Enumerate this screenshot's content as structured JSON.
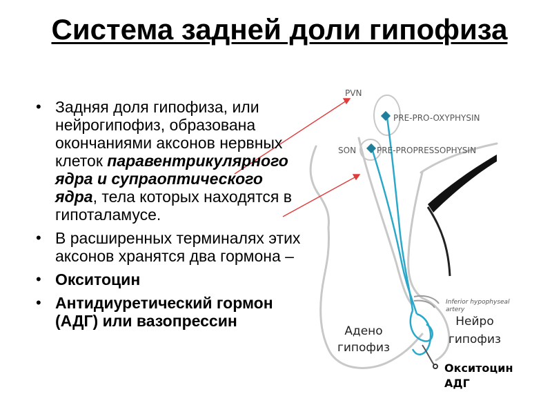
{
  "title": "Система задней доли гипофиза",
  "bullets": [
    {
      "parts": [
        {
          "text": "Задняя доля гипофиза, или нейрогипофиз, образована окончаниями аксонов нервных клеток ",
          "style": "normal"
        },
        {
          "text": "паравентрикулярного ядра и супраоптического ядра",
          "style": "bold-italic"
        },
        {
          "text": ", тела которых находятся в гипоталамусе.",
          "style": "normal"
        }
      ]
    },
    {
      "parts": [
        {
          "text": "В расширенных терминалях этих аксонов хранятся два гормона –",
          "style": "normal"
        }
      ]
    },
    {
      "parts": [
        {
          "text": "Окситоцин",
          "style": "bold"
        }
      ]
    },
    {
      "parts": [
        {
          "text": "Антидиуретический гормон (АДГ) или вазопрессин",
          "style": "bold"
        }
      ]
    }
  ],
  "diagram": {
    "pvn_label": "PVN",
    "son_label": "SON",
    "pvn_product": "PRE-PRO-OXYPHYSIN",
    "son_product": "PRE-PROPRESSOPHYSIN",
    "artery_label_line1": "Inferior hypophyseal",
    "artery_label_line2": "artery",
    "adeno_line1": "Адено",
    "adeno_line2": "гипофиз",
    "neuro_line1": "Нейро",
    "neuro_line2": "гипофиз",
    "hormone1": "Окситоцин",
    "hormone2": "АДГ",
    "colors": {
      "axon": "#2aa7c9",
      "arrow": "#e23b3b",
      "outline": "#c8c8c8",
      "nucleus": "#1f7f9b"
    }
  }
}
